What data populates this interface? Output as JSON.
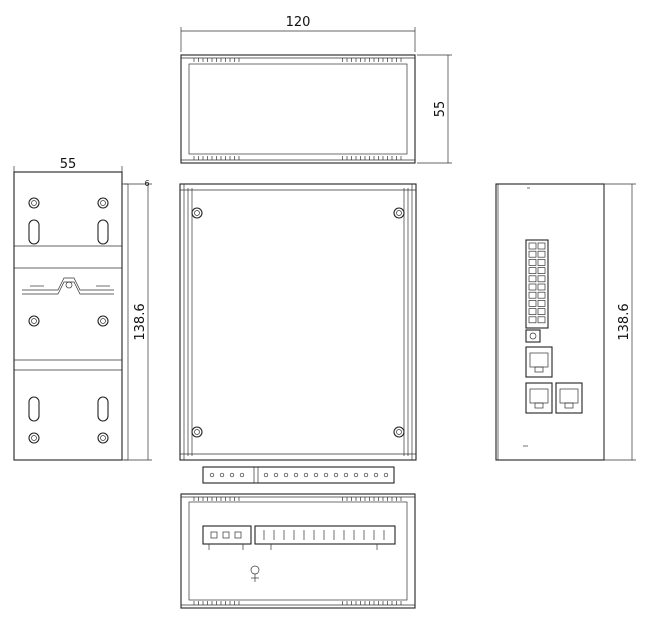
{
  "dimensions": {
    "top_width": "120",
    "top_height": "55",
    "side_width": "55",
    "side_height": "138.6",
    "side_offset": "6",
    "right_height": "138.6"
  },
  "views": {
    "top": "top-view",
    "left": "left-side-view",
    "front": "front-view",
    "right": "right-side-view",
    "connector": "connector-strip",
    "bottom": "bottom-view"
  }
}
